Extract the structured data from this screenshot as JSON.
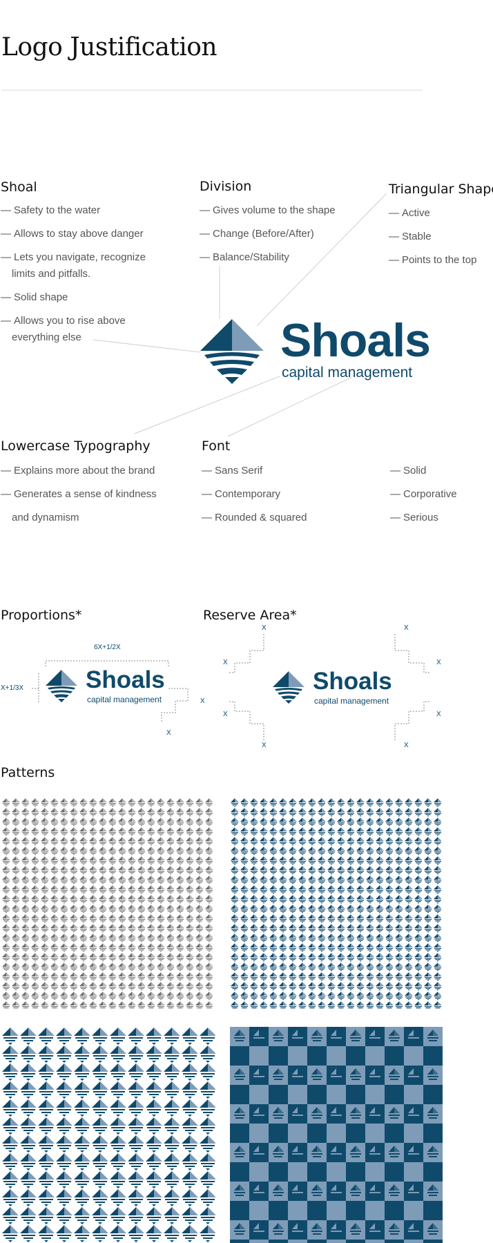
{
  "page": {
    "title": "Logo Justification"
  },
  "shoal": {
    "heading": "Shoal",
    "items": [
      "Safety to the water",
      "Allows to stay above danger",
      "Lets you navigate, recognize limits  and pitfalls.",
      "Solid shape",
      "Allows you to rise above everything else"
    ]
  },
  "division": {
    "heading": "Division",
    "items": [
      "Gives volume to the shape",
      "Change (Before/After)",
      "Balance/Stability"
    ]
  },
  "triangular": {
    "heading": "Triangular Shape",
    "items": [
      "Active",
      "Stable",
      "Points to the top"
    ]
  },
  "logo": {
    "name": "Shoals",
    "tagline": "capital management"
  },
  "lowercase": {
    "heading": "Lowercase Typography",
    "items": [
      "Explains more about the brand",
      "Generates a sense of kindness",
      "and dynamism"
    ]
  },
  "font": {
    "heading": "Font",
    "items": [
      "Sans Serif",
      "Contemporary",
      "Rounded & squared"
    ],
    "items2": [
      "Solid",
      "Corporative",
      "Serious"
    ]
  },
  "proportions": {
    "heading": "Proportions*",
    "width_label": "6X+1/2X",
    "height_label": "X+1/3X",
    "x": "X"
  },
  "reserve": {
    "heading": "Reserve Area*",
    "x": "X"
  },
  "patterns": {
    "heading": "Patterns"
  },
  "colors": {
    "navy": "#0f4a6b",
    "steel": "#7e9cb7",
    "grey": "#8a8a8a",
    "dash": "—"
  }
}
